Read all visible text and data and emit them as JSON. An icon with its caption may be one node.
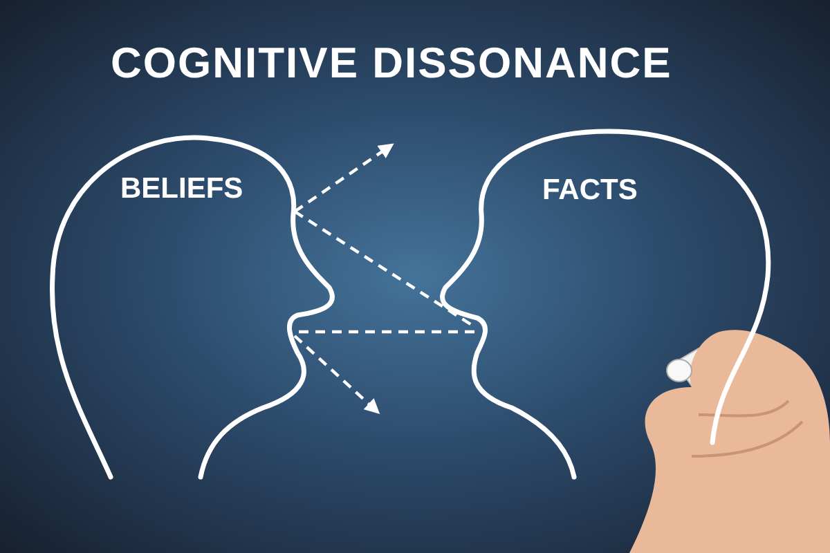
{
  "diagram": {
    "title": "COGNITIVE DISSONANCE",
    "nodes": [
      {
        "text": [
          "BELIEFS"
        ]
      },
      {
        "text": [
          "FACTS"
        ]
      }
    ],
    "edges": [
      {
        "from": 0,
        "to": null,
        "arrow": "to",
        "style": "dashed"
      },
      {
        "from": 0,
        "to": 1,
        "arrow": "none",
        "style": "dashed"
      },
      {
        "from": 1,
        "to": 0,
        "arrow": "none",
        "style": "dashed"
      },
      {
        "from": 0,
        "to": null,
        "arrow": "to",
        "style": "dashed"
      }
    ]
  }
}
